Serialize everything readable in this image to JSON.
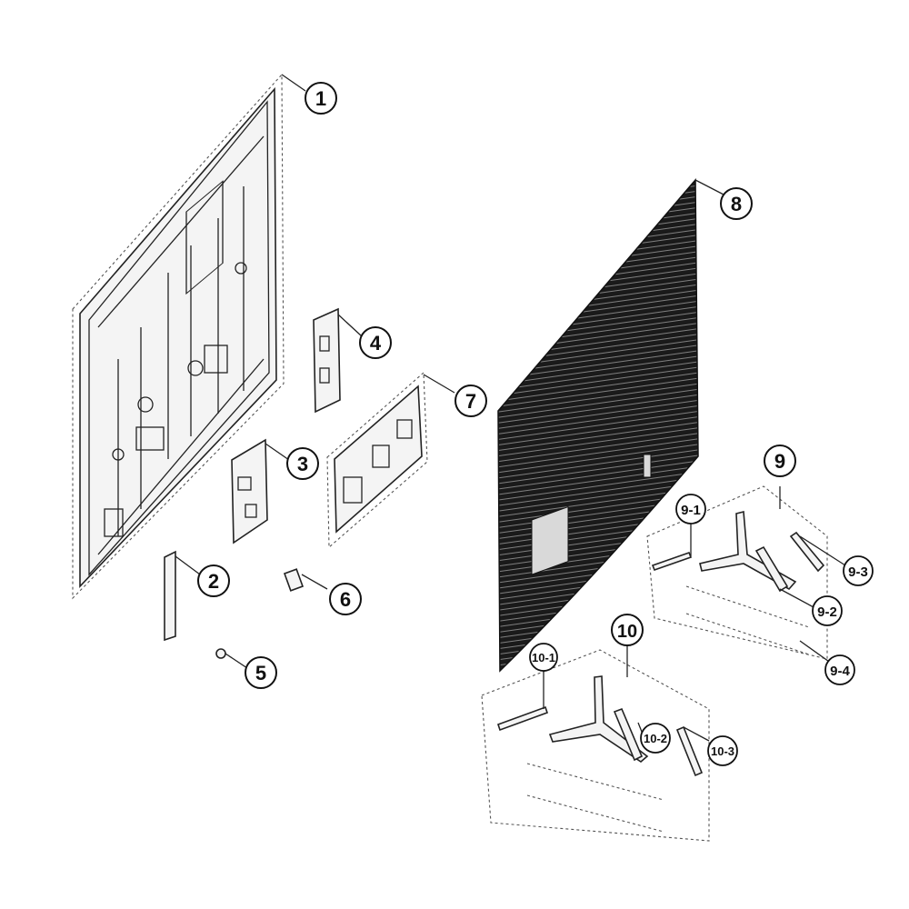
{
  "callouts": {
    "c1": "1",
    "c2": "2",
    "c3": "3",
    "c4": "4",
    "c5": "5",
    "c6": "6",
    "c7": "7",
    "c8": "8",
    "c9": "9",
    "c9_1": "9-1",
    "c9_2": "9-2",
    "c9_3": "9-3",
    "c9_4": "9-4",
    "c10": "10",
    "c10_1": "10-1",
    "c10_2": "10-2",
    "c10_3": "10-3"
  }
}
